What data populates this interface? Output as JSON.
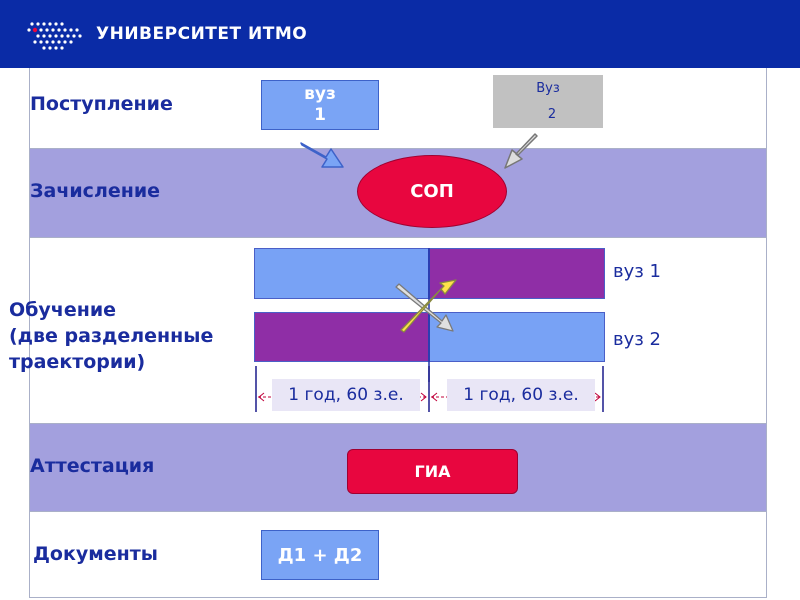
{
  "header": {
    "brand": "УНИВЕРСИТЕТ ИТМО",
    "background": "#0a2ba6"
  },
  "rows": {
    "admission": "Поступление",
    "enrollment": "Зачисление",
    "study": [
      "Обучение",
      "(две разделенные",
      "траектории)"
    ],
    "attestation": "Аттестация",
    "documents": "Документы"
  },
  "boxes": {
    "vuz1": {
      "line1": "вуз",
      "line2": "1"
    },
    "vuz2": {
      "line1": "Вуз",
      "line2": "2"
    },
    "sop": "СОП",
    "gia": "ГИА",
    "docs": "Д1 + Д2"
  },
  "trajectories": {
    "top_label": "вуз 1",
    "bottom_label": "вуз 2"
  },
  "periods": [
    "1 год, 60 з.е.",
    "1 год, 60 з.е."
  ],
  "colors": {
    "band_purple": "#a3a0de",
    "label_text": "#1a2c9e",
    "blue_box": "#7aa4f5",
    "red_box": "#e8063f",
    "purple_segment": "#8f2ea6",
    "grey_box": "#c1c1c1"
  }
}
